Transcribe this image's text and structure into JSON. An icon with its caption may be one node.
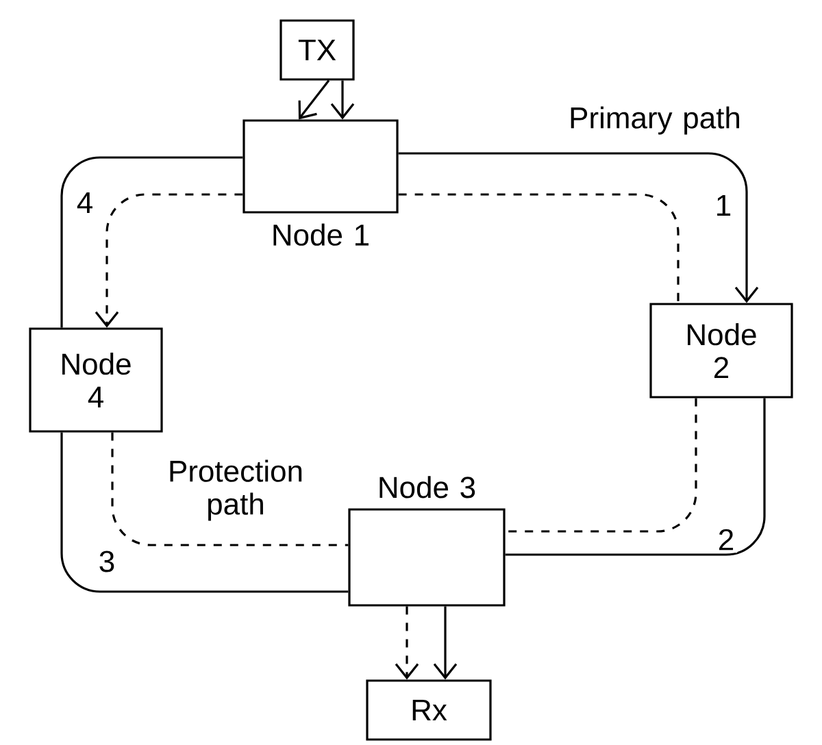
{
  "diagram": {
    "nodes": [
      {
        "text": [
          "TX"
        ]
      },
      {
        "text": [
          "Node 1"
        ]
      },
      {
        "text": [
          "Node 4"
        ]
      },
      {
        "text": [
          "Node 2"
        ]
      },
      {
        "text": [
          "Node 3"
        ]
      },
      {
        "text": [
          "Rx"
        ]
      }
    ],
    "edges": [
      {
        "from": 0,
        "to": 1,
        "arrow": "to"
      },
      {
        "from": 0,
        "to": 1,
        "arrow": "to"
      },
      {
        "from": 1,
        "to": 3,
        "arrow": "to",
        "label": "1"
      },
      {
        "from": 3,
        "to": 4,
        "arrow": "none",
        "label": "2"
      },
      {
        "from": 4,
        "to": 2,
        "arrow": "none",
        "label": "3"
      },
      {
        "from": 2,
        "to": 1,
        "arrow": "none",
        "label": "4"
      },
      {
        "from": 4,
        "to": 5,
        "arrow": "to"
      },
      {
        "from": 1,
        "to": 2,
        "arrow": "to",
        "style": "dashed"
      },
      {
        "from": 1,
        "to": 3,
        "arrow": "none",
        "style": "dashed"
      },
      {
        "from": 3,
        "to": 4,
        "arrow": "none",
        "style": "dashed"
      },
      {
        "from": 2,
        "to": 4,
        "arrow": "none",
        "style": "dashed"
      },
      {
        "from": 4,
        "to": 5,
        "arrow": "to",
        "style": "dashed"
      }
    ],
    "labels": [
      "Primary path",
      "Protection path"
    ]
  }
}
